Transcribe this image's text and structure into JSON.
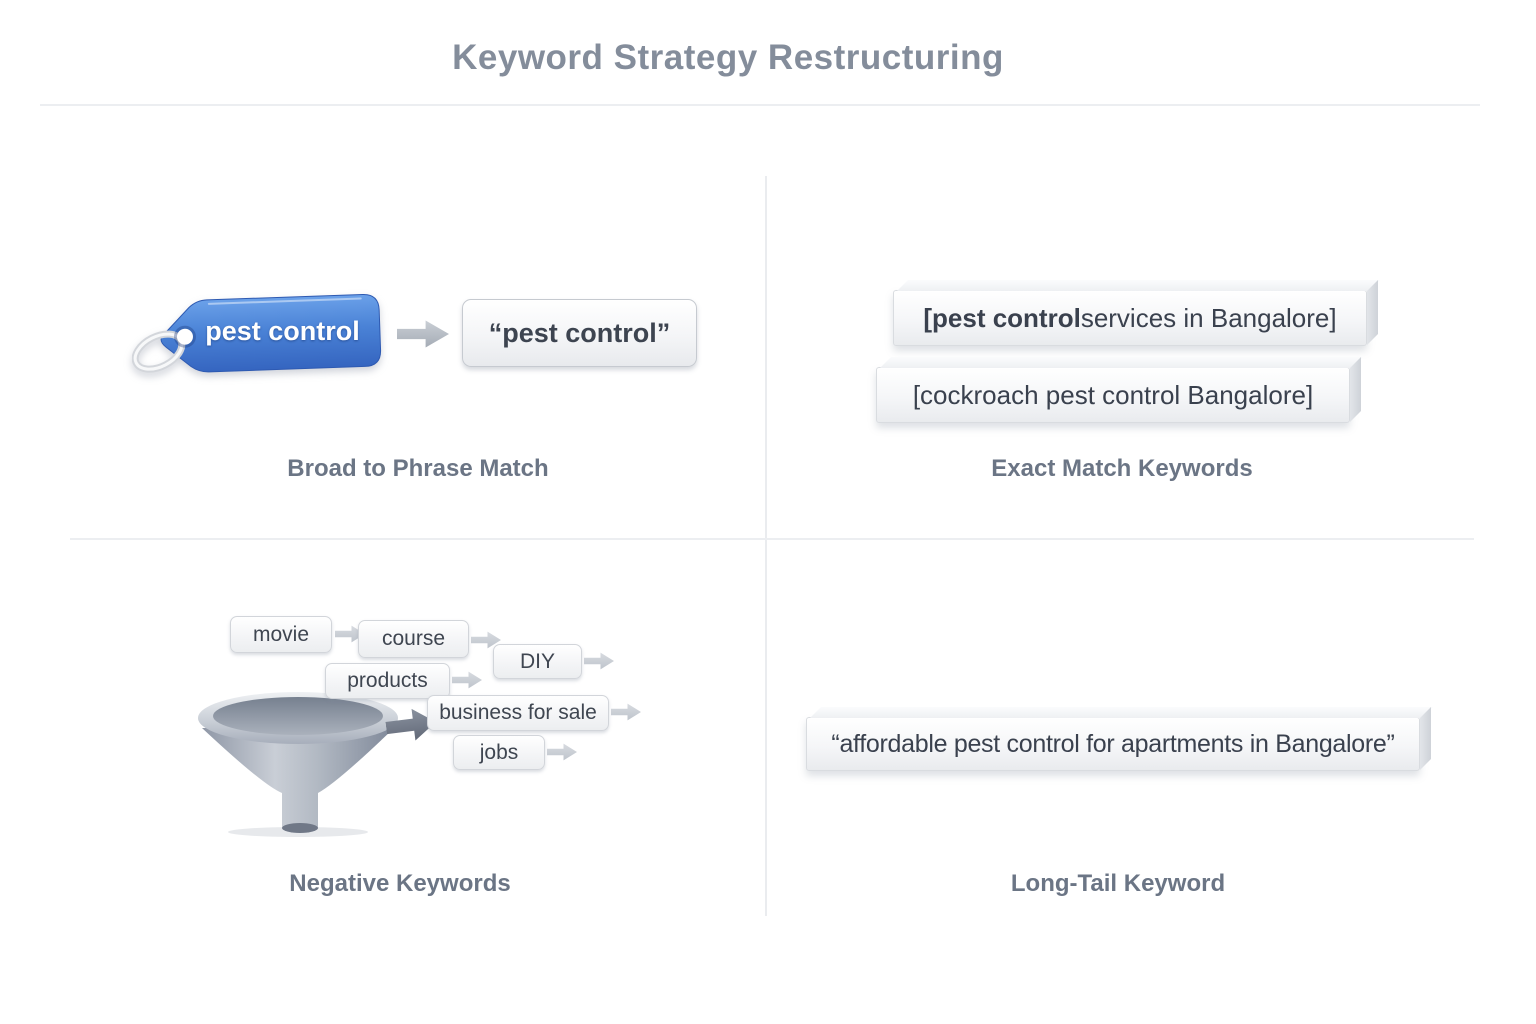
{
  "title": "Keyword Strategy Restructuring",
  "quadrants": {
    "broad_to_phrase": {
      "label": "Broad to Phrase Match",
      "broad_keyword": "pest control",
      "phrase_keyword": "“pest control”"
    },
    "exact_match": {
      "label": "Exact Match Keywords",
      "keyword_1_bold": "[pest control",
      "keyword_1_rest": " services in Bangalore]",
      "keyword_2": "[cockroach pest control Bangalore]"
    },
    "negative_keywords": {
      "label": "Negative Keywords",
      "keywords": [
        "movie",
        "course",
        "DIY",
        "products",
        "business for sale",
        "jobs"
      ]
    },
    "long_tail": {
      "label": "Long-Tail Keyword",
      "keyword": "“affordable pest control for apartments in Bangalore”"
    }
  },
  "colors": {
    "tag_blue": "#4a82d6",
    "title_gray": "#848d9b",
    "label_gray": "#6b7585"
  }
}
